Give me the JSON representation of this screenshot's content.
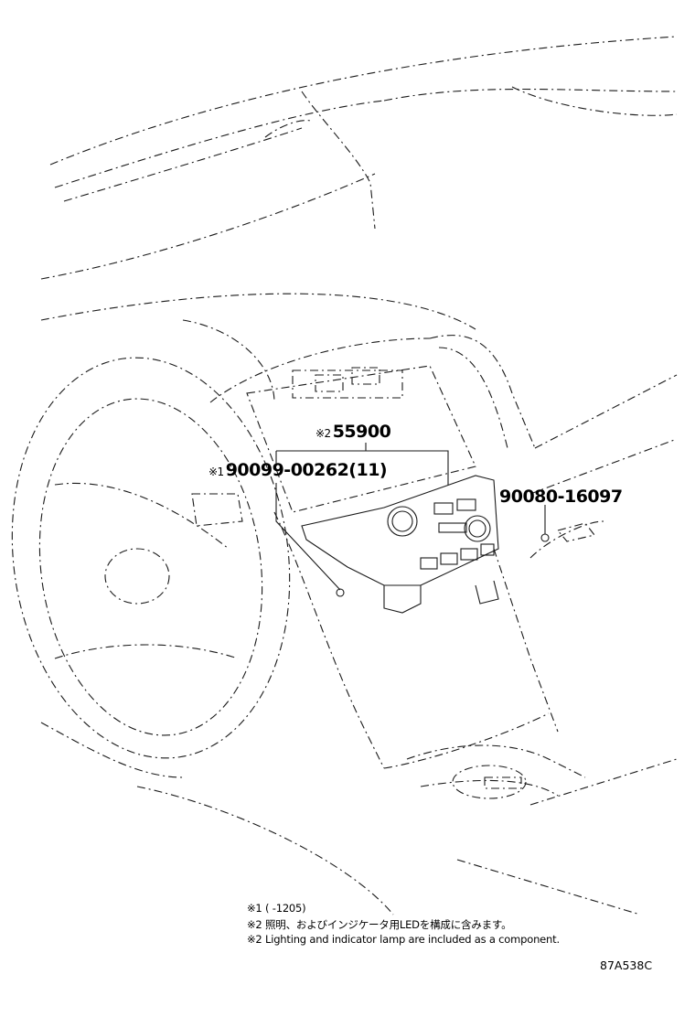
{
  "parts": [
    {
      "mark": "※2",
      "number": "55900"
    },
    {
      "mark": "※1",
      "number": "90099-00262(11)"
    },
    {
      "mark": "",
      "number": "90080-16097"
    }
  ],
  "notes": {
    "note1": "※1 (        -1205)",
    "note2_jp": "※2 照明、およびインジケータ用LEDを構成に含みます。",
    "note2_en": "※2 Lighting and indicator lamp are included as a component."
  },
  "illustration_code": "87A538C"
}
